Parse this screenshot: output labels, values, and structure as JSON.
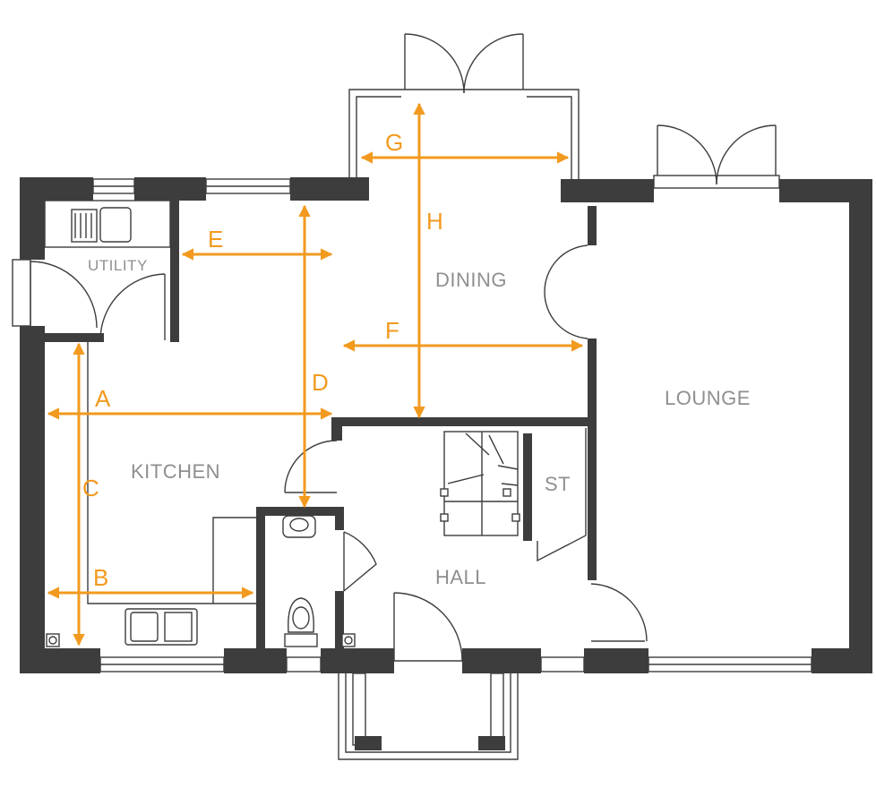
{
  "rooms": {
    "utility": "UTILITY",
    "dining": "DINING",
    "lounge": "LOUNGE",
    "kitchen": "KITCHEN",
    "st": "ST",
    "hall": "HALL"
  },
  "dimensions": {
    "a": "A",
    "b": "B",
    "c": "C",
    "d": "D",
    "e": "E",
    "f": "F",
    "g": "G",
    "h": "H"
  },
  "colors": {
    "wall": "#3d3d3d",
    "dimension": "#f29a1f",
    "room_label": "#8f8f8f"
  }
}
